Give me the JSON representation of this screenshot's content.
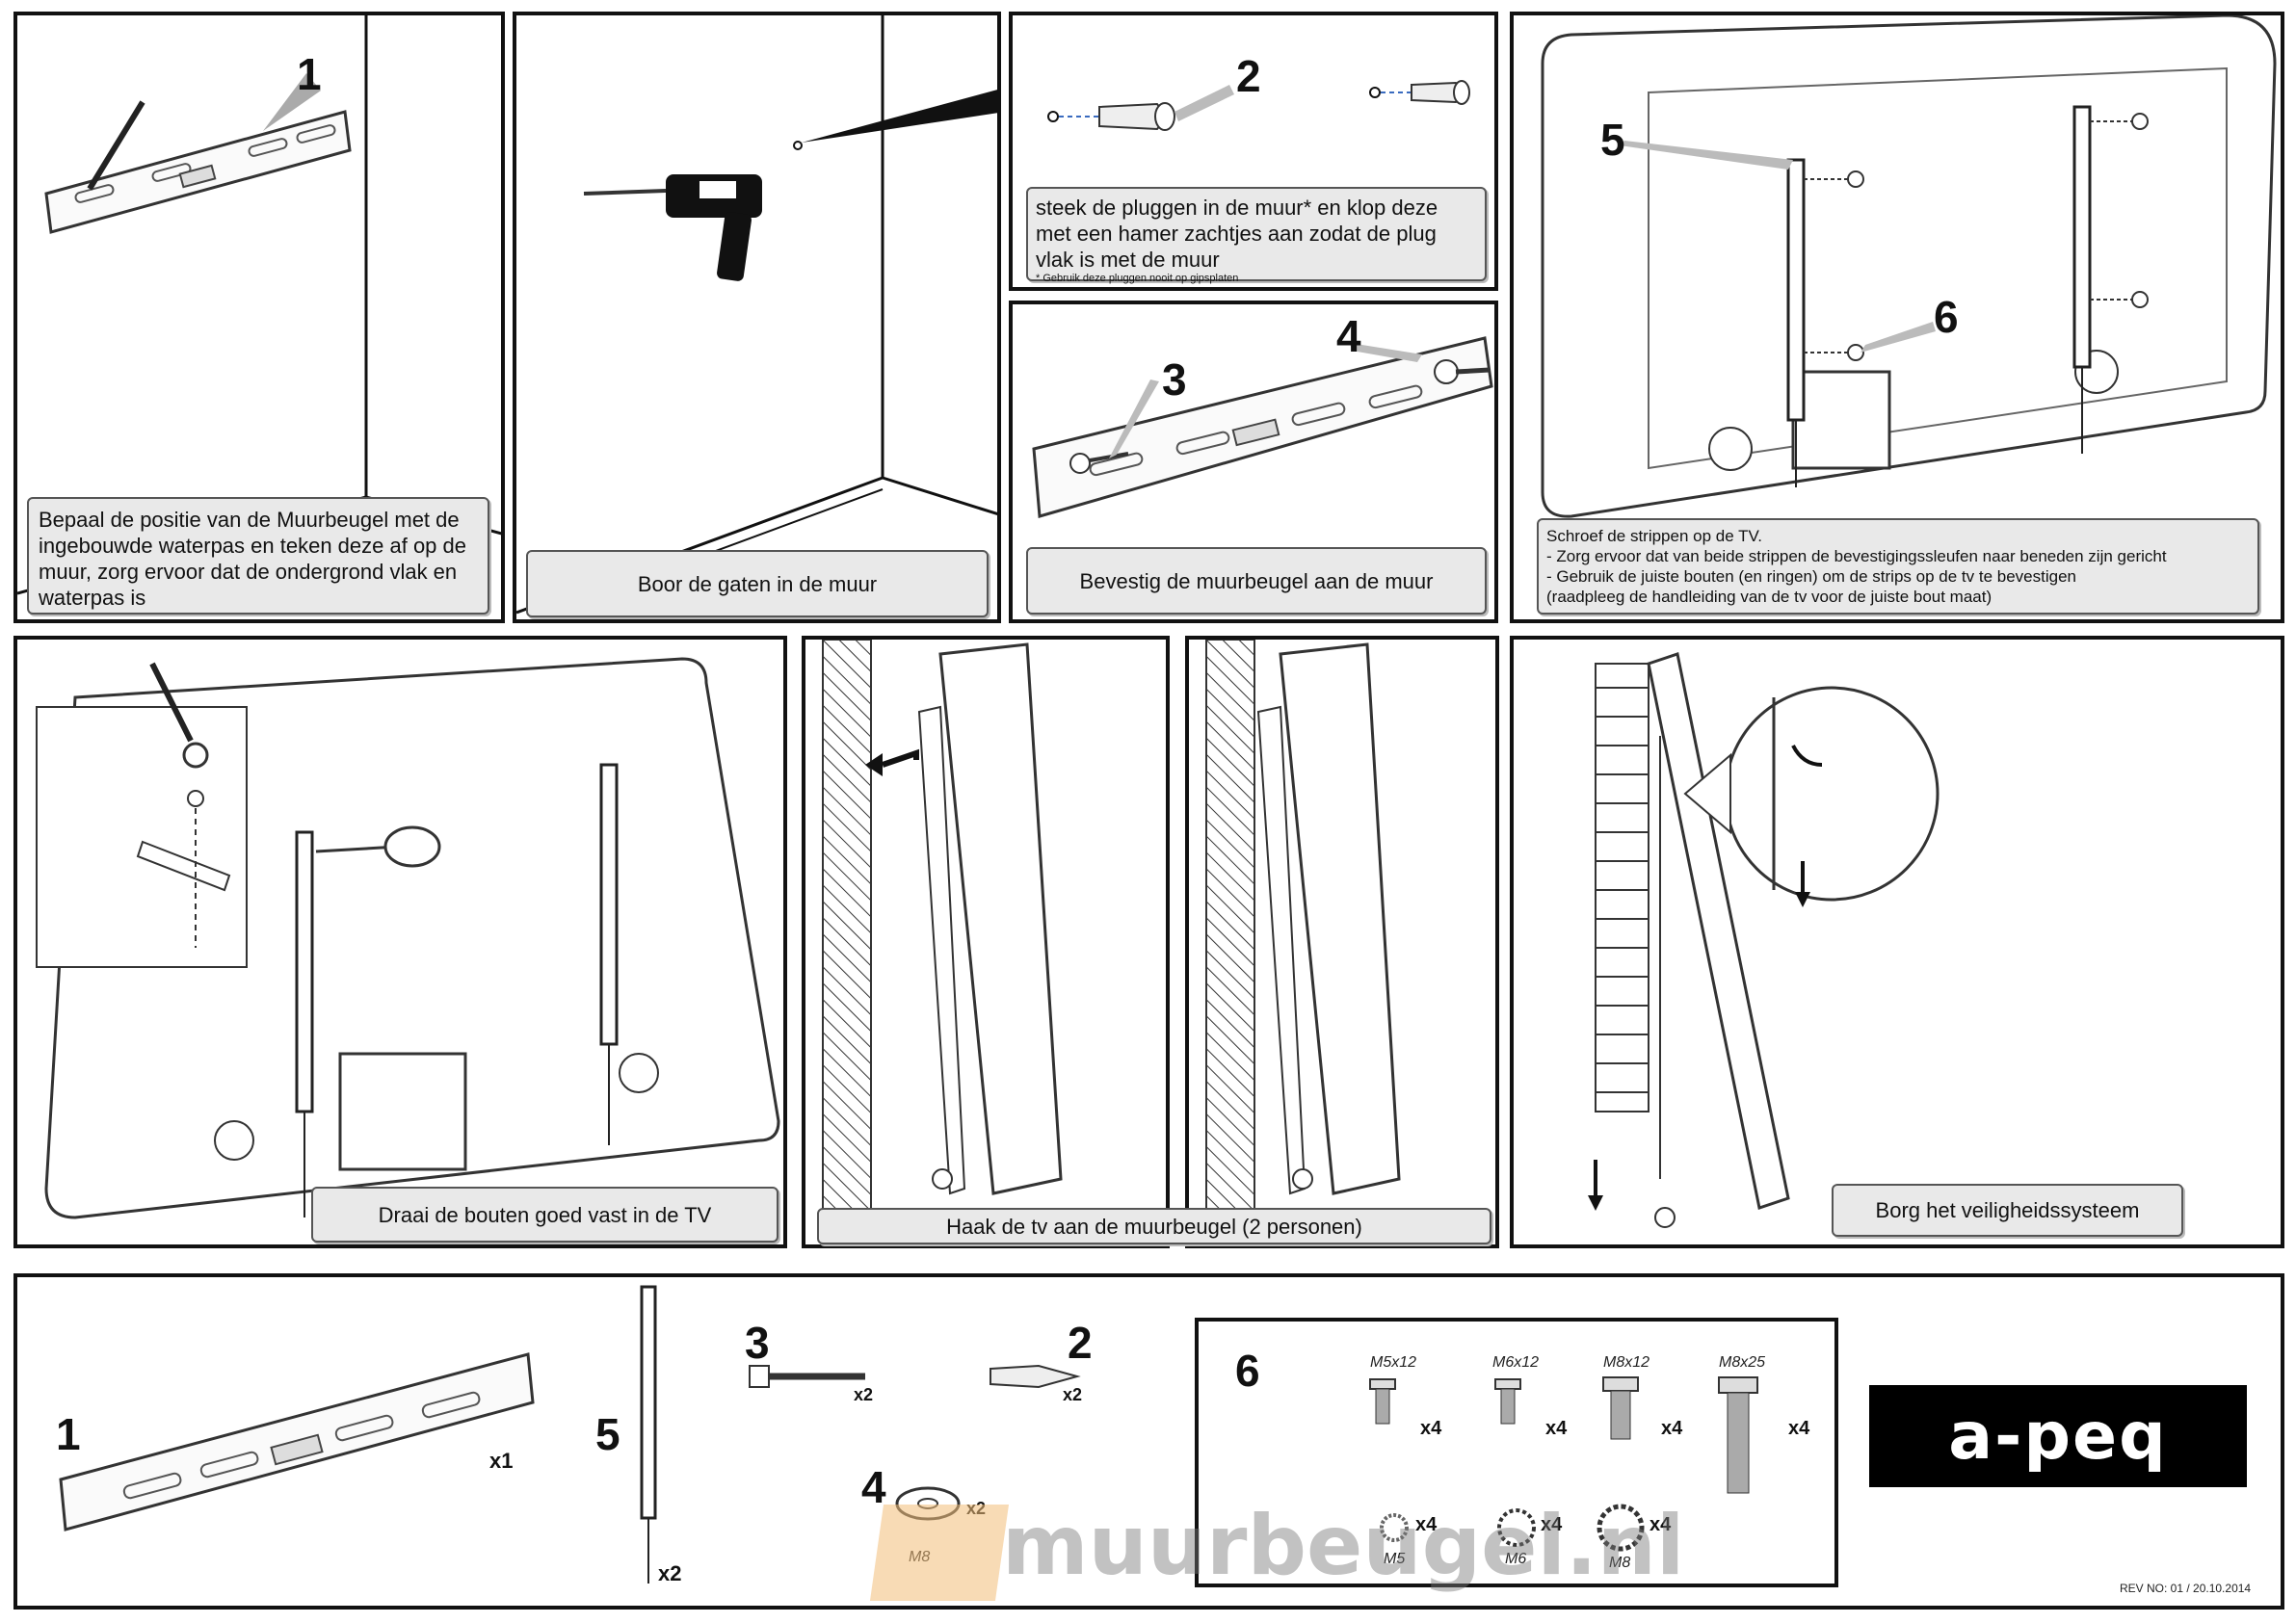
{
  "steps": {
    "s1": {
      "num": "1",
      "caption": "Bepaal de positie van de Muurbeugel met de ingebouwde waterpas en teken deze af op de muur, zorg ervoor dat de ondergrond vlak en waterpas is"
    },
    "s_drill": {
      "caption": "Boor de gaten in de muur"
    },
    "s2": {
      "num": "2",
      "caption": "steek de pluggen in de muur* en klop deze met een hamer zachtjes aan zodat de plug vlak is met de muur",
      "footnote": "* Gebruik deze pluggen nooit op gipsplaten"
    },
    "s34": {
      "num3": "3",
      "num4": "4",
      "caption": "Bevestig de muurbeugel aan de muur"
    },
    "s56": {
      "num5": "5",
      "num6": "6",
      "caption_line1": "Schroef de strippen op de TV.",
      "caption_line2": "- Zorg ervoor dat van beide strippen de bevestigingssleufen naar beneden zijn gericht",
      "caption_line3": "- Gebruik de juiste bouten (en ringen) om de strips op de tv te bevestigen",
      "caption_line4": "(raadpleeg de handleiding van de tv voor de juiste bout maat)"
    },
    "s_bolts": {
      "caption": "Draai de bouten goed vast in de TV"
    },
    "s_hang": {
      "caption": "Haak de tv aan de muurbeugel  (2 personen)"
    },
    "s_safety": {
      "caption": "Borg het veiligheidssysteem"
    }
  },
  "parts": {
    "p1": {
      "num": "1",
      "qty": "x1"
    },
    "p5": {
      "num": "5",
      "qty": "x2"
    },
    "p3": {
      "num": "3",
      "qty": "x2"
    },
    "p2": {
      "num": "2",
      "qty": "x2"
    },
    "p4": {
      "num": "4",
      "qty": "x2",
      "size": "M8"
    },
    "p6": {
      "num": "6",
      "bolts": [
        {
          "size": "M5x12",
          "qty": "x4"
        },
        {
          "size": "M6x12",
          "qty": "x4"
        },
        {
          "size": "M8x12",
          "qty": "x4"
        },
        {
          "size": "M8x25",
          "qty": "x4"
        }
      ],
      "washers": [
        {
          "size": "M5",
          "qty": "x4"
        },
        {
          "size": "M6",
          "qty": "x4"
        },
        {
          "size": "M8",
          "qty": "x4"
        }
      ]
    }
  },
  "brand": {
    "logo": "a-peq",
    "watermark": "muurbeugel.nl",
    "revision": "REV NO: 01 / 20.10.2014"
  }
}
